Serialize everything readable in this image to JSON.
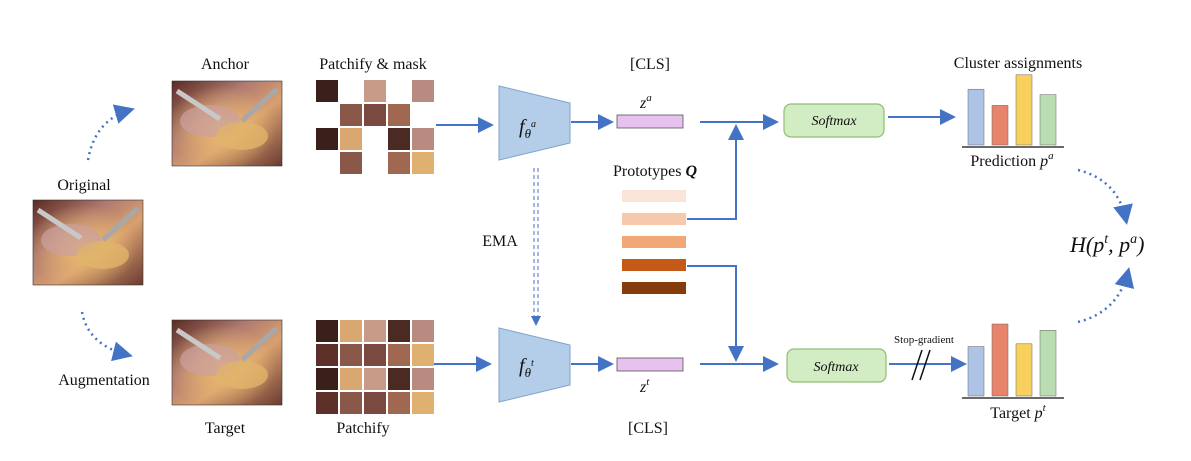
{
  "labels": {
    "original": "Original",
    "anchor": "Anchor",
    "augmentation": "Augmentation",
    "target": "Target",
    "patchify_mask": "Patchify & mask",
    "patchify": "Patchify",
    "cls_top": "[CLS]",
    "cls_bottom": "[CLS]",
    "ema": "EMA",
    "prototypes": "Prototypes",
    "prototypes_symbol": "Q",
    "softmax_top": "Softmax",
    "softmax_bottom": "Softmax",
    "cluster_assignments": "Cluster assignments",
    "prediction": "Prediction",
    "target_dist": "Target",
    "stop_gradient": "Stop-gradient",
    "f_student": "f",
    "f_student_sub": "θ",
    "f_student_sup": "a",
    "f_teacher": "f",
    "f_teacher_sub": "θ",
    "f_teacher_sup": "t",
    "z_a": "z",
    "z_a_sup": "a",
    "z_t": "z",
    "z_t_sup": "t",
    "p_a": "p",
    "p_a_sup": "a",
    "p_t": "p",
    "p_t_sup": "t",
    "loss": "H(p",
    "loss_t": "t",
    "loss_mid": ", p",
    "loss_a": "a",
    "loss_end": ")"
  },
  "colors": {
    "arrow": "#4472c4",
    "encoder_fill": "#b4cde8",
    "token_fill": "#e8c2ee",
    "softmax_fill": "#d2ecc4",
    "softmax_stroke": "#8fbf72",
    "prototypes": [
      "#fbe4d8",
      "#f7c9ac",
      "#f2a777",
      "#c55a18",
      "#843c0b"
    ]
  },
  "bars_prediction": [
    {
      "value": 0.62,
      "color": "#aec3e6"
    },
    {
      "value": 0.44,
      "color": "#e8846c"
    },
    {
      "value": 0.78,
      "color": "#f8d05e"
    },
    {
      "value": 0.56,
      "color": "#b9ddb0"
    }
  ],
  "bars_target": [
    {
      "value": 0.55,
      "color": "#aec3e6"
    },
    {
      "value": 0.8,
      "color": "#e8846c"
    },
    {
      "value": 0.58,
      "color": "#f8d05e"
    },
    {
      "value": 0.73,
      "color": "#b9ddb0"
    }
  ]
}
